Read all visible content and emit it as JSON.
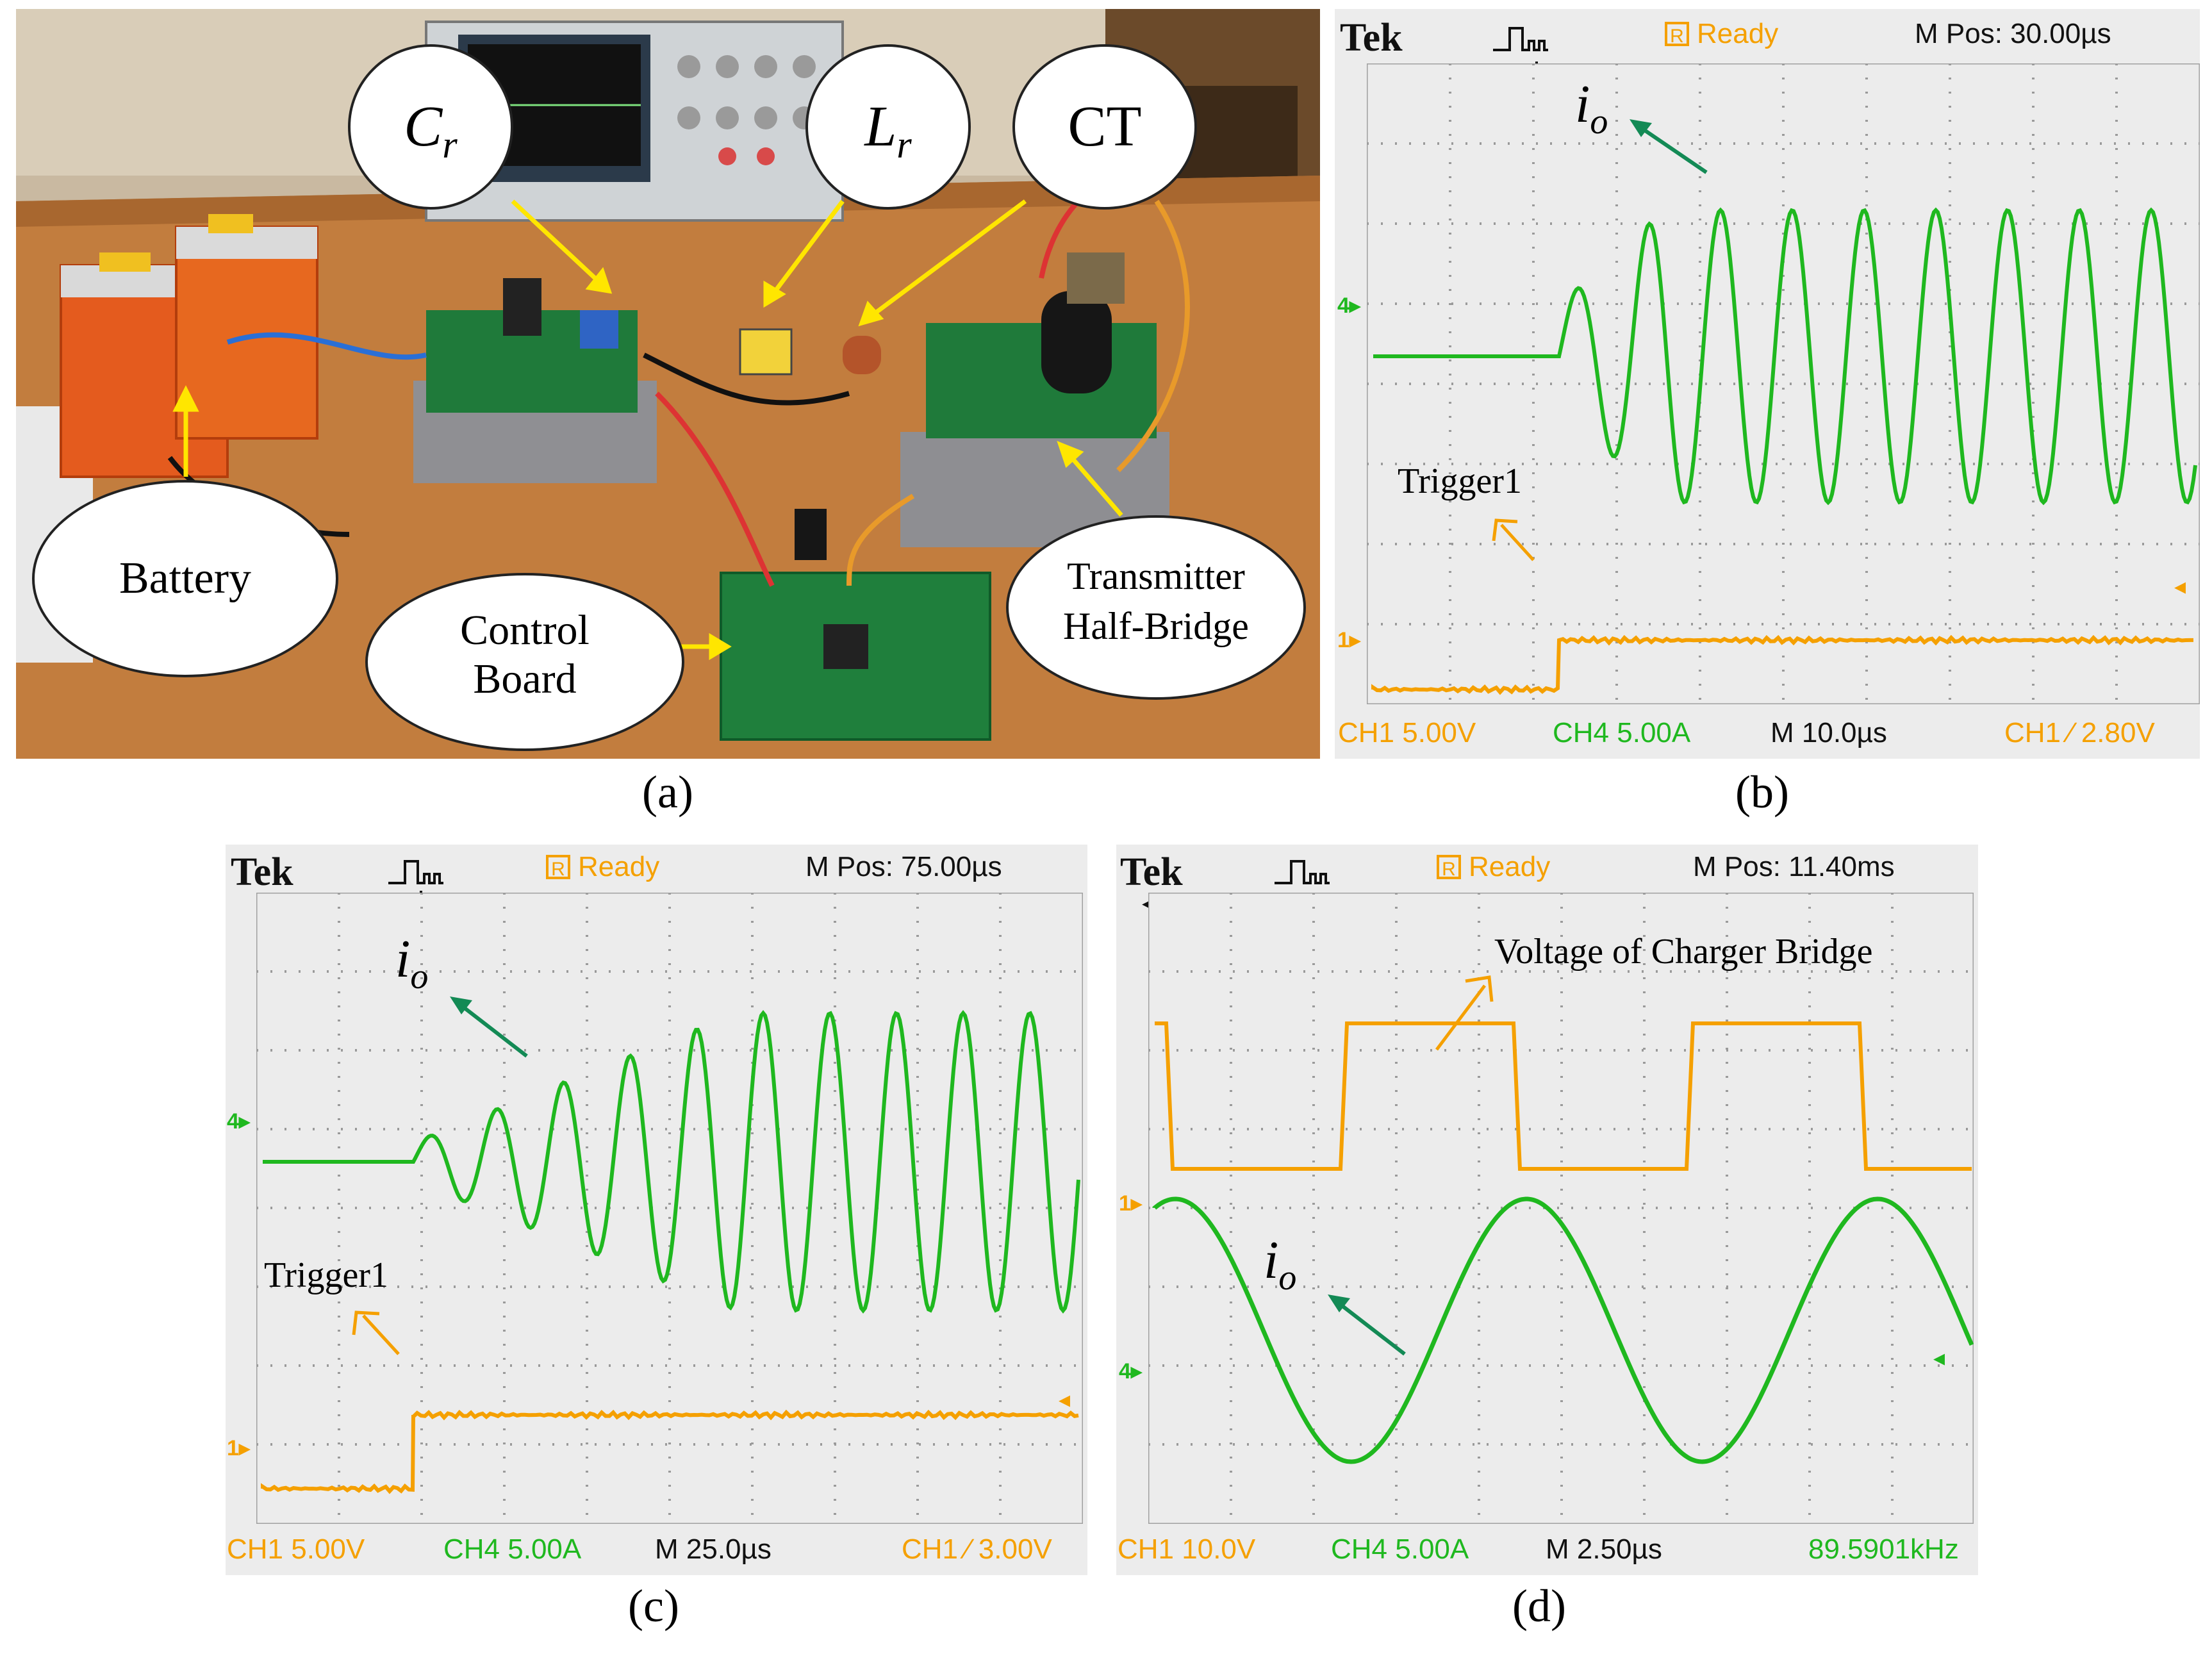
{
  "figure": {
    "panel_a": {
      "label": "(a)",
      "callouts": {
        "cr_main": "C",
        "cr_sub": "r",
        "lr_main": "L",
        "lr_sub": "r",
        "ct": "CT",
        "battery": "Battery",
        "control_line1": "Control",
        "control_line2": "Board",
        "tx_line1": "Transmitter",
        "tx_line2": "Half-Bridge"
      }
    },
    "panel_b": {
      "label": "(b)",
      "header": {
        "brand": "Tek",
        "status": "Ready",
        "mpos": "M Pos: 30.00µs"
      },
      "footer": {
        "ch1": "CH1  5.00V",
        "ch4": "CH4  5.00A",
        "time": "M 10.0µs",
        "trig": "CH1  ∕  2.80V"
      },
      "annotations": {
        "io_main": "i",
        "io_sub": "o",
        "trigger": "Trigger1"
      },
      "markers": {
        "ch4": "4",
        "ch1": "1"
      }
    },
    "panel_c": {
      "label": "(c)",
      "header": {
        "brand": "Tek",
        "status": "Ready",
        "mpos": "M Pos: 75.00µs"
      },
      "footer": {
        "ch1": "CH1  5.00V",
        "ch4": "CH4  5.00A",
        "time": "M 25.0µs",
        "trig": "CH1  ∕  3.00V"
      },
      "annotations": {
        "io_main": "i",
        "io_sub": "o",
        "trigger": "Trigger1"
      },
      "markers": {
        "ch4": "4",
        "ch1": "1"
      }
    },
    "panel_d": {
      "label": "(d)",
      "header": {
        "brand": "Tek",
        "status": "Ready",
        "mpos": "M Pos: 11.40ms"
      },
      "footer": {
        "ch1": "CH1  10.0V",
        "ch4": "CH4  5.00A",
        "time": "M 2.50µs",
        "freq": "89.5901kHz"
      },
      "annotations": {
        "io_main": "i",
        "io_sub": "o",
        "bridge": "Voltage of Charger Bridge"
      },
      "markers": {
        "ch4": "4",
        "ch1": "1"
      }
    }
  },
  "colors": {
    "green": "#1fb81f",
    "orange": "#f5a000",
    "screen": "#ececec",
    "grid": "#9a9a9a"
  }
}
